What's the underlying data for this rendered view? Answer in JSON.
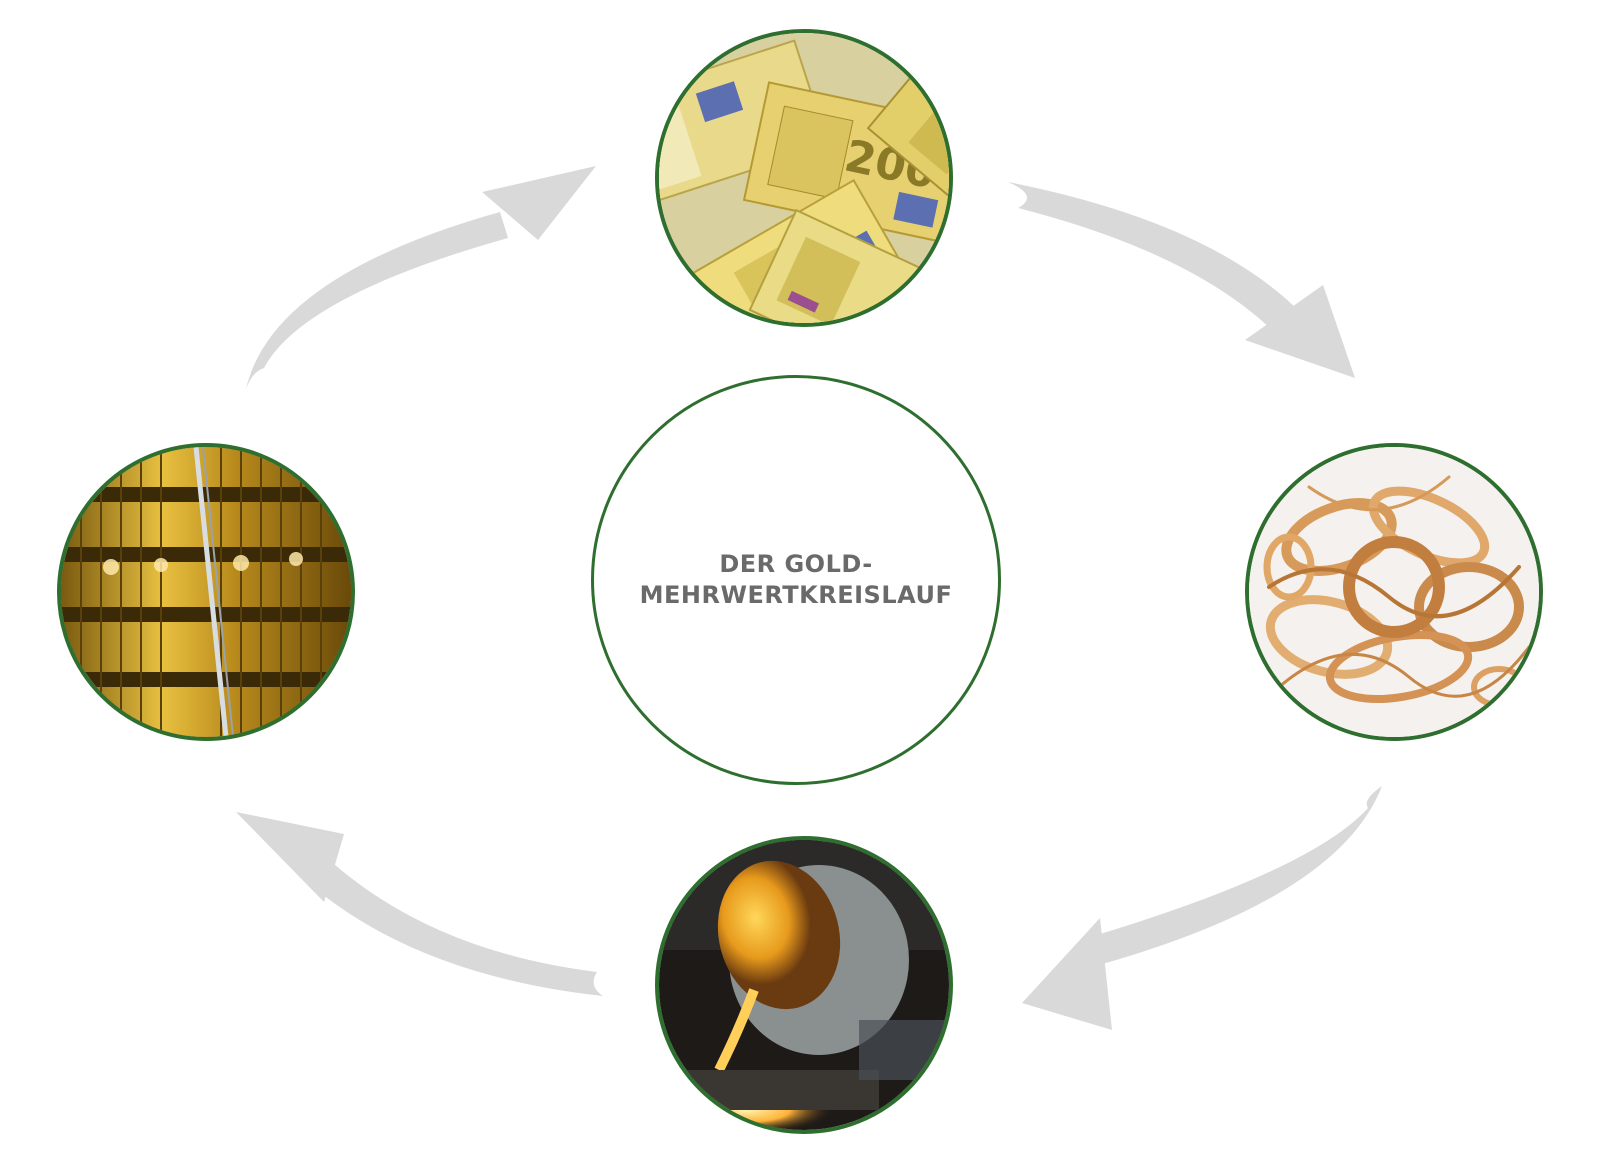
{
  "diagram": {
    "title_line1": "DER GOLD-",
    "title_line2": "MEHRWERTKREISLAUF",
    "nodes": [
      {
        "id": "top",
        "depicts": "euro-banknotes",
        "banknote_text": "200"
      },
      {
        "id": "right",
        "depicts": "scrap-gold-jewelry"
      },
      {
        "id": "bottom",
        "depicts": "molten-gold-crucible"
      },
      {
        "id": "left",
        "depicts": "gold-bangles-display"
      }
    ],
    "arrow_color": "#d9d9d9",
    "border_color": "#2e6e2e",
    "title_color": "#6a6a6a"
  }
}
